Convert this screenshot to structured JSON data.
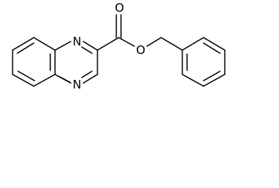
{
  "atoms": {
    "n_top": "N",
    "n_bottom": "N",
    "o_carbonyl": "O",
    "o_ester": "O"
  },
  "colors": {
    "background": "#ffffff",
    "ink": "#000000"
  }
}
